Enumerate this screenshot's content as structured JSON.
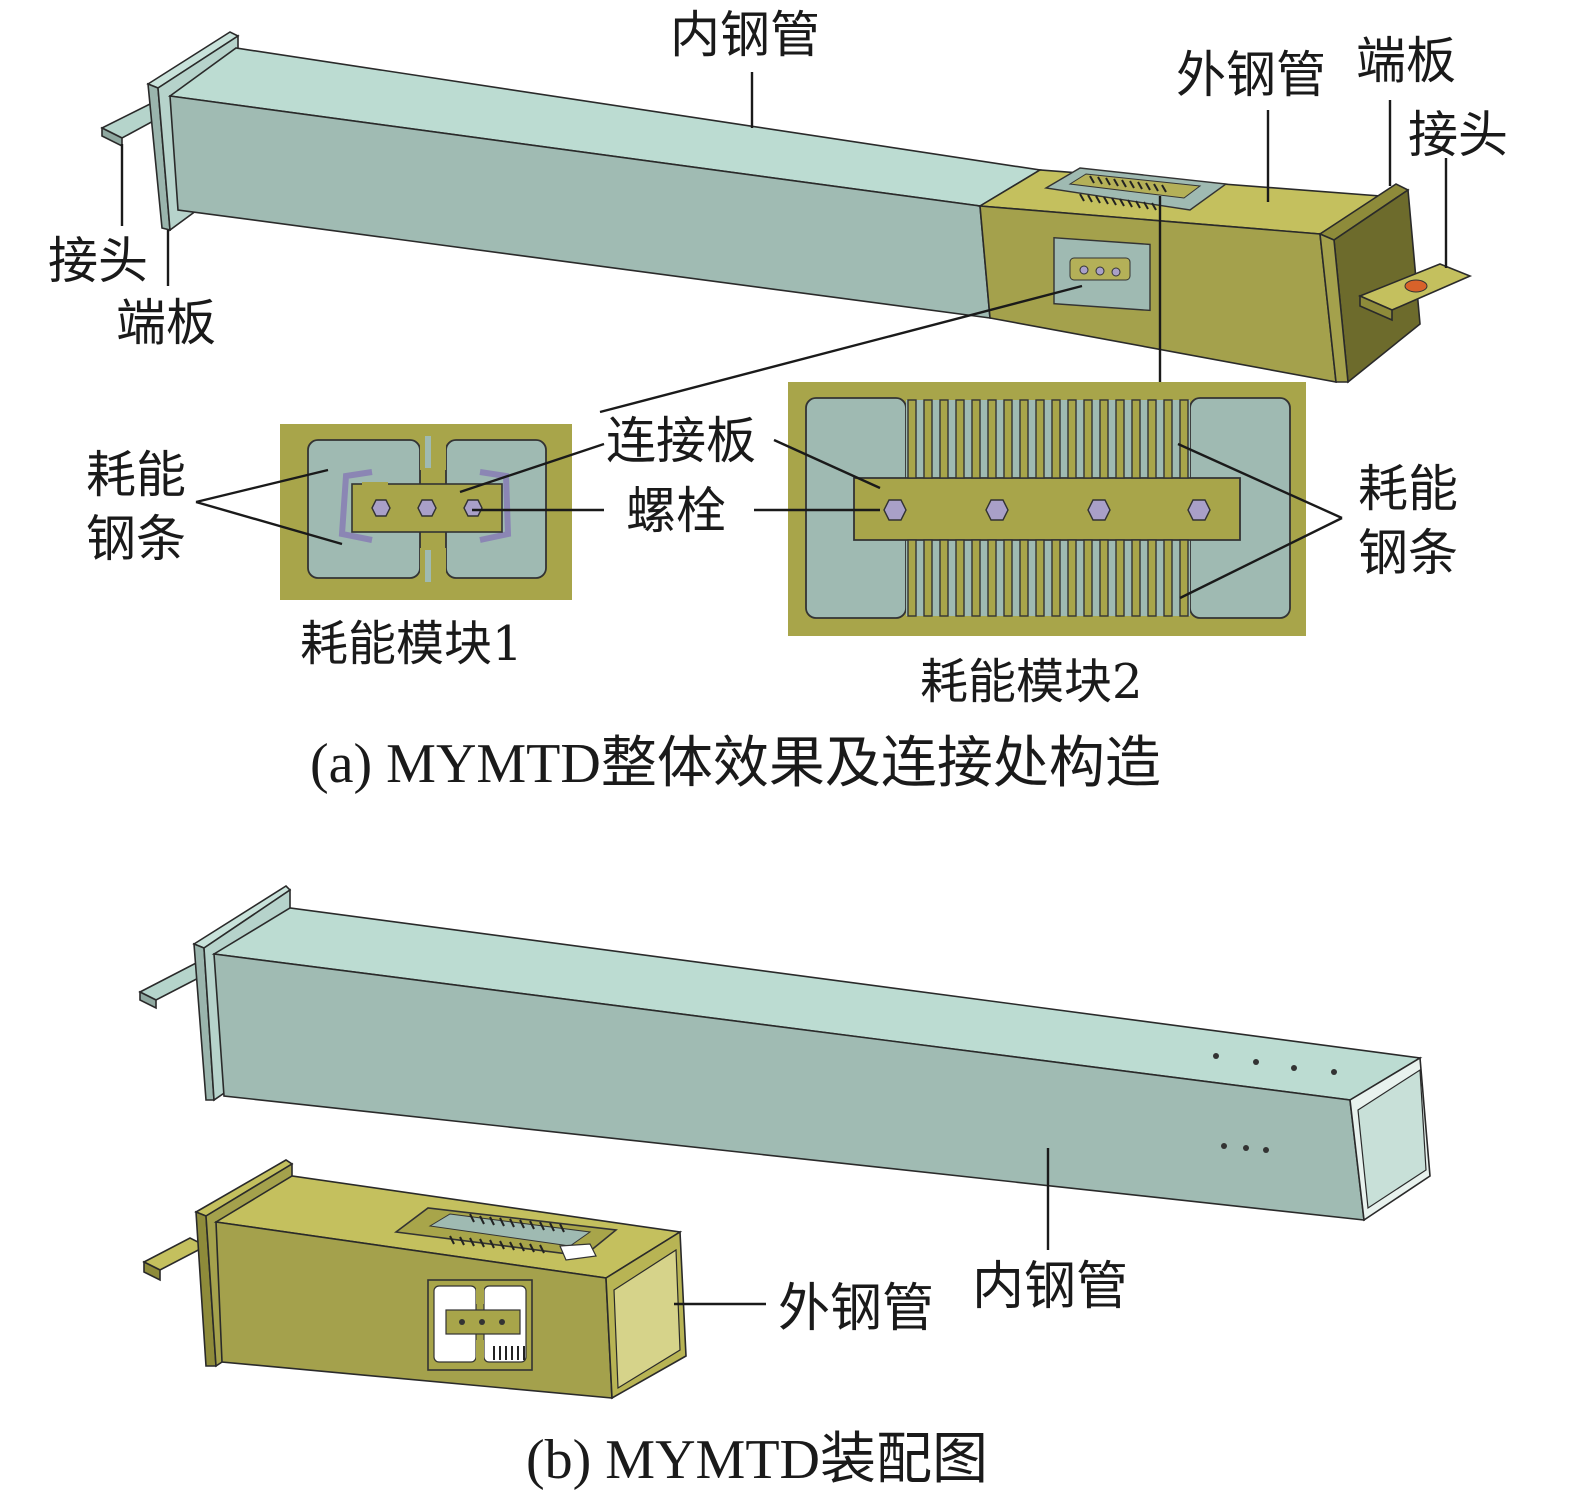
{
  "part_a": {
    "labels": {
      "inner_tube": "内钢管",
      "outer_tube": "外钢管",
      "end_plate_right": "端板",
      "joint_right": "接头",
      "joint_left": "接头",
      "end_plate_left": "端板",
      "connecting_plate": "连接板",
      "bolt": "螺栓",
      "strip_left_line1": "耗能",
      "strip_left_line2": "钢条",
      "strip_right_line1": "耗能",
      "strip_right_line2": "钢条",
      "module1": "耗能模块1",
      "module2": "耗能模块2"
    },
    "caption": "(a) MYMTD整体效果及连接处构造"
  },
  "part_b": {
    "labels": {
      "outer_tube": "外钢管",
      "inner_tube": "内钢管"
    },
    "caption": "(b) MYMTD装配图"
  },
  "colors": {
    "inner_tube_top": "#bcdcd2",
    "inner_tube_side": "#9fbab2",
    "outer_tube": "#a4a14c",
    "outer_tube_top": "#c4c05e",
    "end_plate_dark": "#6d6b2c",
    "joint_hole": "#d8622a",
    "bolt": "#a9a0c8",
    "module_bg": "#a8a54a",
    "module_recess": "#9fbab2"
  }
}
